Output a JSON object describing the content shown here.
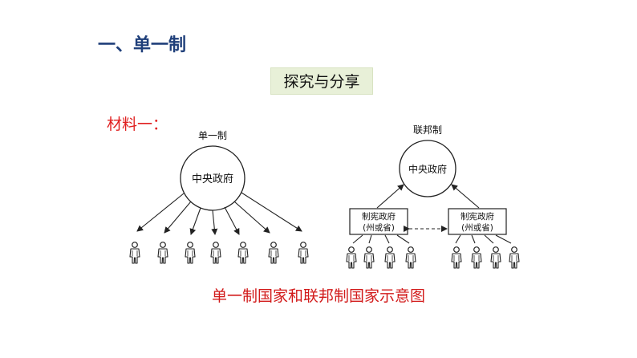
{
  "heading": "一、单一制",
  "explore_label": "探究与分享",
  "material_label": "材料一：",
  "unitary": {
    "title": "单一制",
    "central_gov": "中央政府"
  },
  "federal": {
    "title": "联邦制",
    "central_gov": "中央政府",
    "state_line1": "制宪政府",
    "state_line2": "(州或省)"
  },
  "caption": "单一制国家和联邦制国家示意图"
}
